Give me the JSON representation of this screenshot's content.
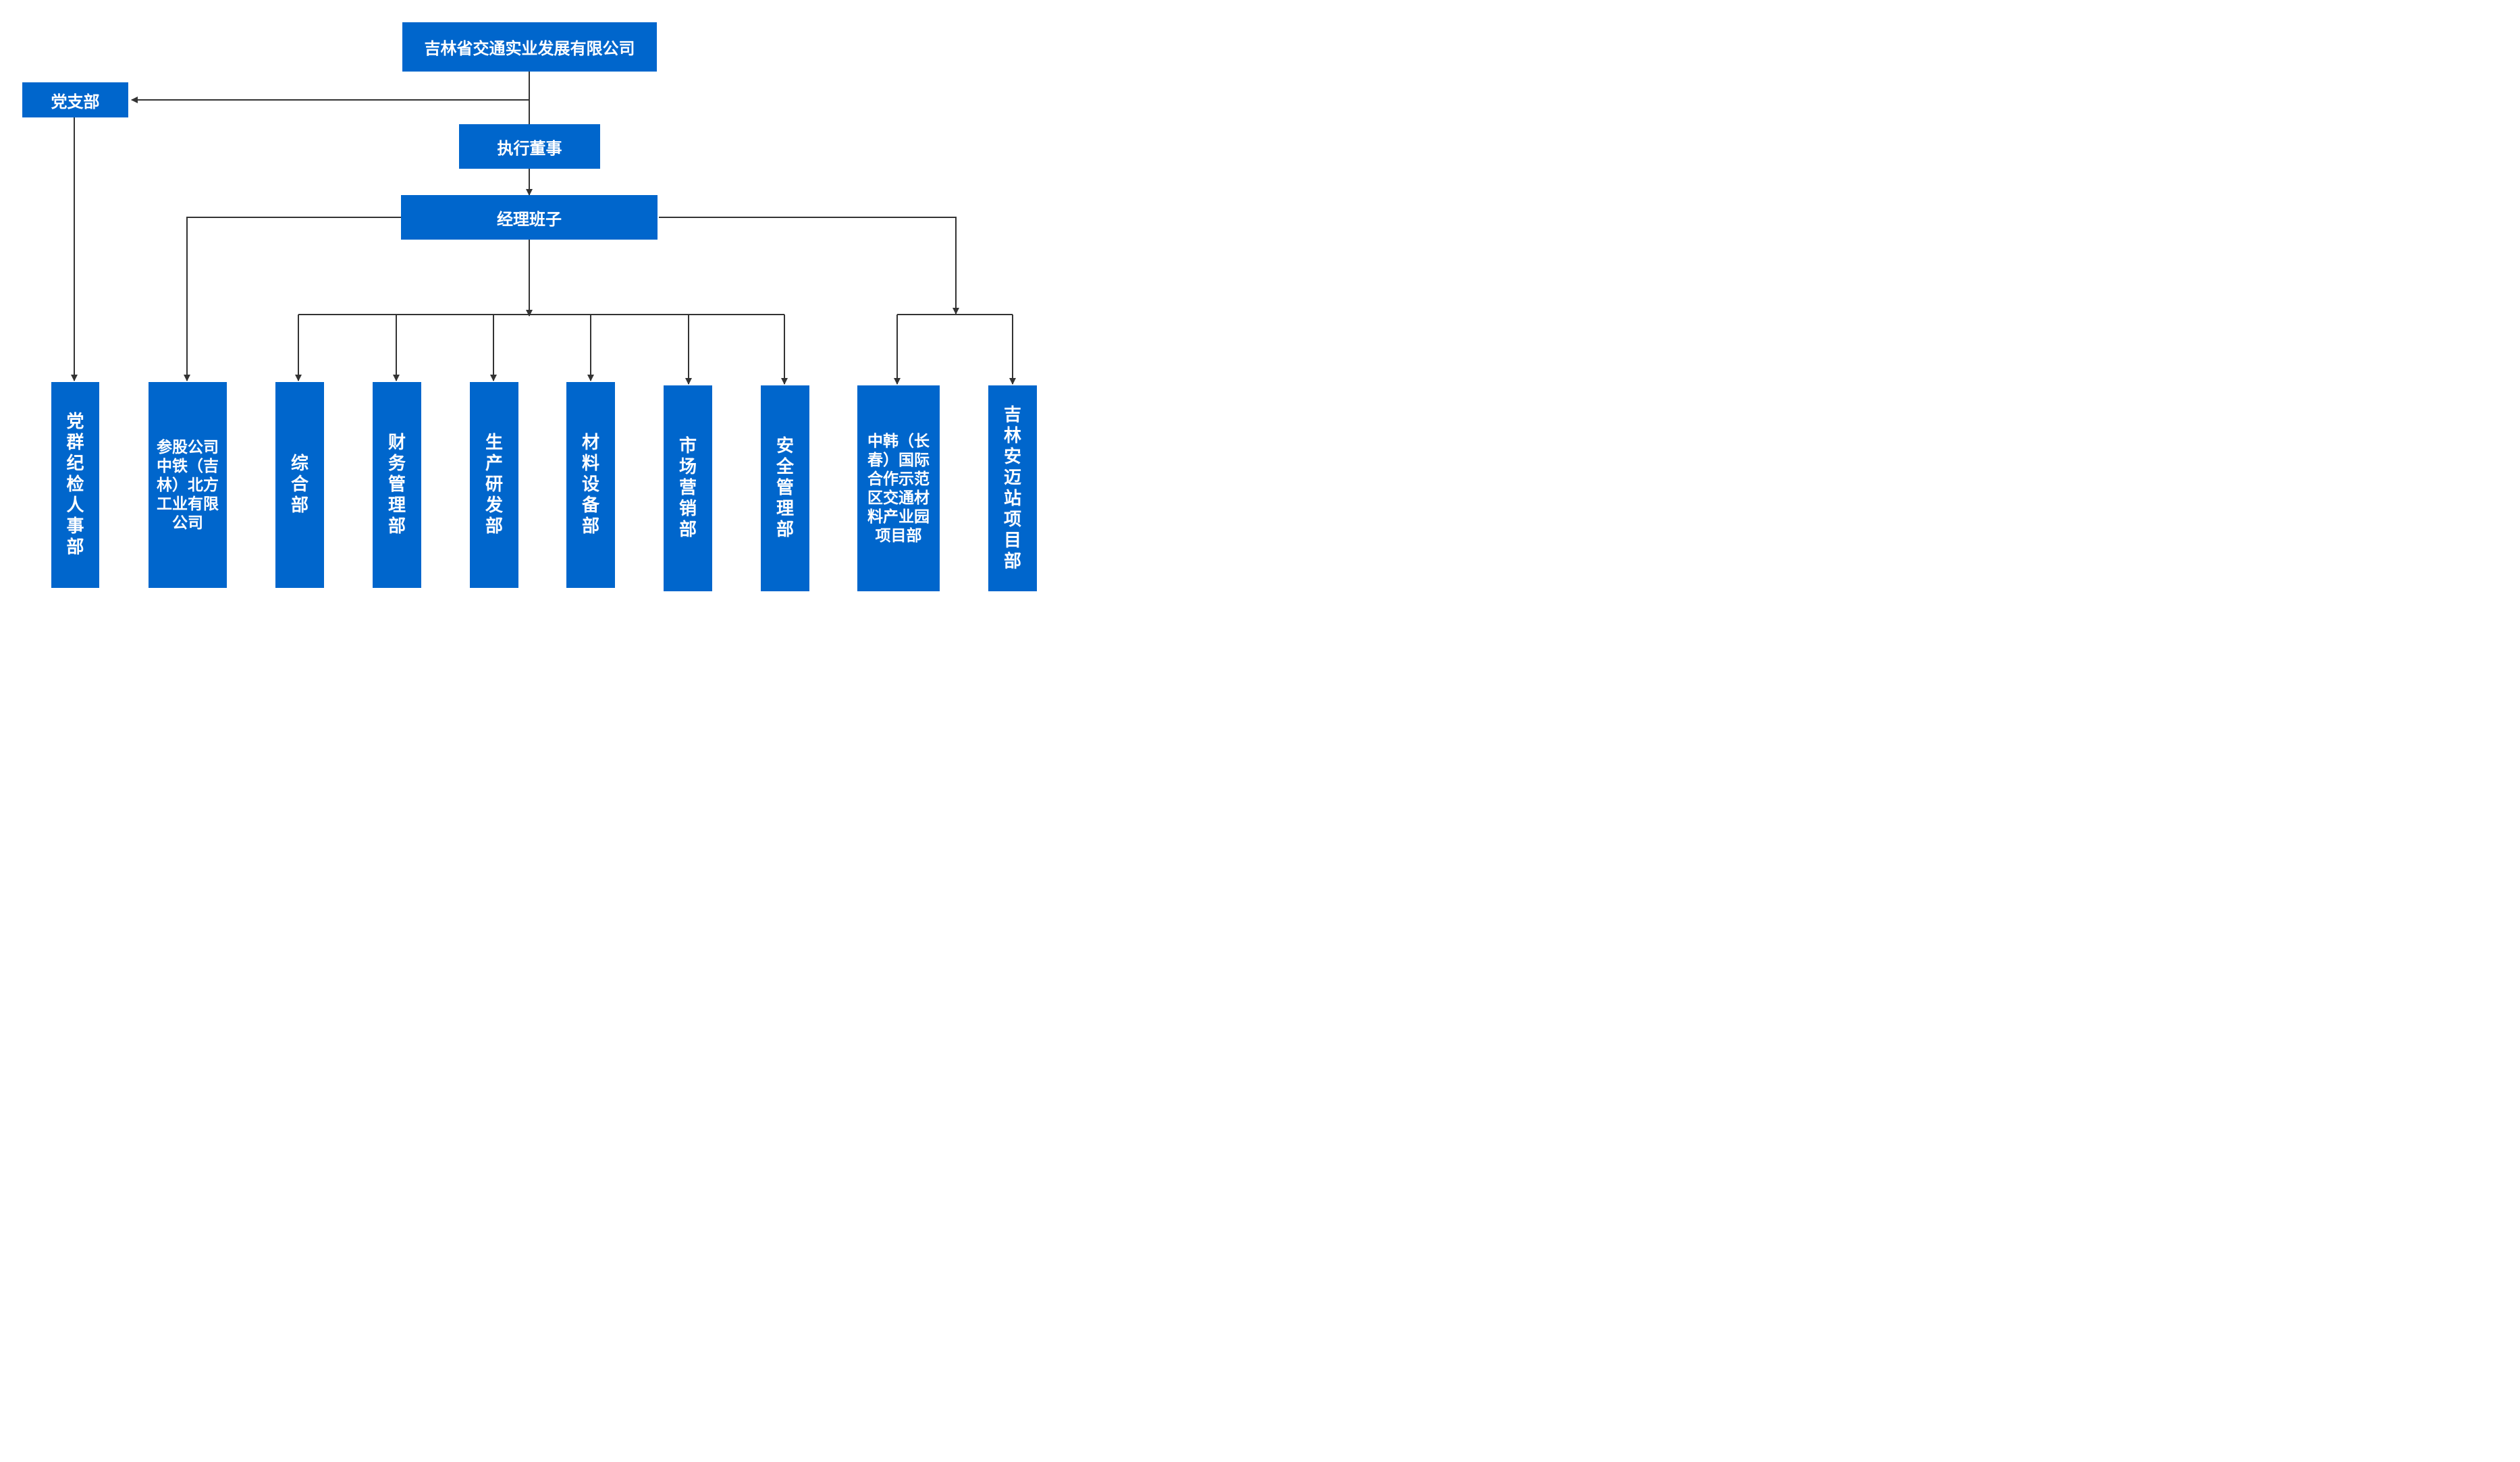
{
  "colors": {
    "box": "#0066CC",
    "text": "#FFFFFF",
    "line": "#333333"
  },
  "nodes": {
    "company": "吉林省交通实业发展有限公司",
    "party_branch": "党支部",
    "executive_director": "执行董事",
    "management_team": "经理班子",
    "party_discipline_hr": "党群纪检人事部",
    "equity_company": "参股公司中铁（吉林）北方工业有限公司",
    "general_dept": "综合部",
    "finance_dept": "财务管理部",
    "rnd_dept": "生产研发部",
    "materials_dept": "材料设备部",
    "marketing_dept": "市场营销部",
    "safety_dept": "安全管理部",
    "industrial_park_project": "中韩（长春）国际合作示范区交通材料产业园项目部",
    "anmai_station_project": "吉林安迈站项目部"
  }
}
